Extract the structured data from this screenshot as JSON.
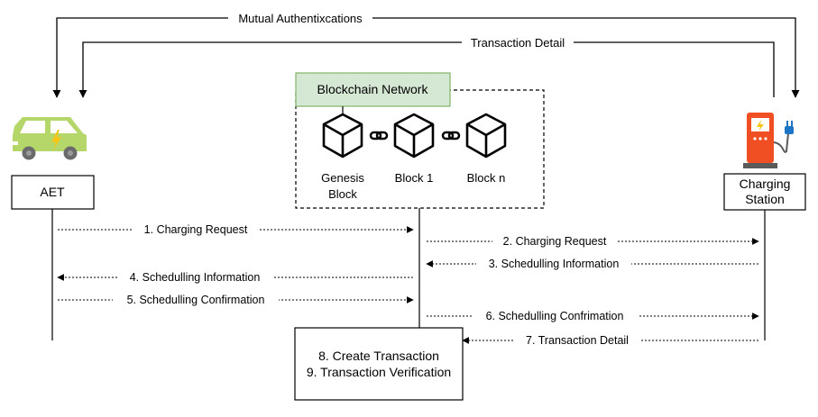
{
  "top_arrows": {
    "mutual": "Mutual Authentixcations",
    "transaction_detail": "Transaction Detail"
  },
  "actors": {
    "aet": "AET",
    "station_line1": "Charging",
    "station_line2": "Station"
  },
  "blockchain": {
    "title": "Blockchain Network",
    "genesis_line1": "Genesis",
    "genesis_line2": "Block",
    "block1": "Block 1",
    "blockn": "Block n"
  },
  "messages": {
    "m1": "1. Charging Request",
    "m2": "2. Charging Request",
    "m3": "3. Schedulling Information",
    "m4": "4. Schedulling Information",
    "m5": "5. Schedulling Confirmation",
    "m6": "6. Schedulling Confrimation",
    "m7": "7. Transaction Detail"
  },
  "process_box": {
    "line1": "8. Create Transaction",
    "line2": "9. Transaction Verification"
  },
  "colors": {
    "car_body": "#b5d76a",
    "car_window": "#ffffff",
    "car_wheel": "#6b6b6b",
    "charger_body": "#f04e23",
    "charger_dark": "#5b5b5b",
    "bolt": "#f5c518",
    "plug": "#1f75c5",
    "blockchain_header_fill": "#d5e8d4",
    "blockchain_header_border": "#82b366"
  }
}
